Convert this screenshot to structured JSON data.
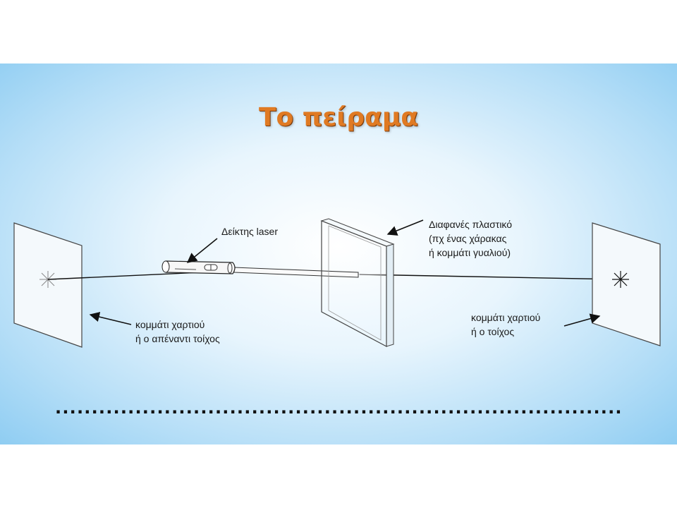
{
  "title": "Το πείραμα",
  "labels": {
    "laser": "Δείκτης laser",
    "plastic": "Διαφανές πλαστικό\n(πχ ένας χάρακας\nή κομμάτι γυαλιού)",
    "left_paper": "κομμάτι χαρτιού\nή ο απέναντι τοίχος",
    "right_paper": "κομμάτι χαρτιού\nή ο τοίχος"
  },
  "answer_line": "......................................................................................................................"
}
